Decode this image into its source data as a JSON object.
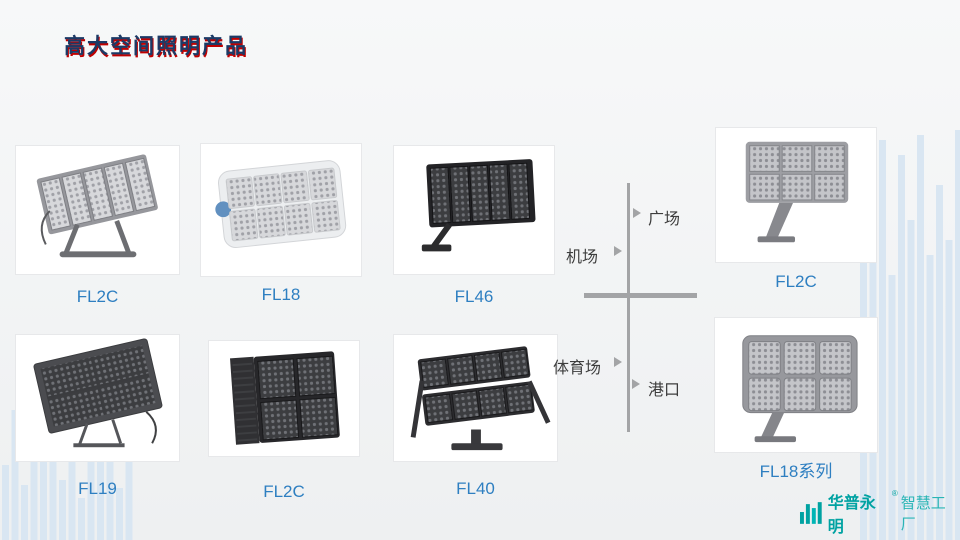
{
  "slide": {
    "title": "高大空间照明产品"
  },
  "products": [
    {
      "label": "FL2C"
    },
    {
      "label": "FL18"
    },
    {
      "label": "FL46"
    },
    {
      "label": "FL2C"
    },
    {
      "label": "FL19"
    },
    {
      "label": "FL2C"
    },
    {
      "label": "FL40"
    },
    {
      "label": "FL18系列"
    }
  ],
  "diagram": {
    "top_right_label": "广场",
    "left_top_label": "机场",
    "left_bottom_label": "体育场",
    "bottom_right_label": "港口"
  },
  "logo": {
    "brand": "华普永明",
    "registered": "®",
    "suffix": "智慧工厂"
  },
  "icons": {
    "logo_icon": "equalizer-bars-mark",
    "marker_icon": "right-triangle-pointer"
  },
  "colors": {
    "title": "#1b3a66",
    "title_accent": "#bf0000",
    "product_label": "#2e7fc1",
    "diagram_line": "#a3a4a6",
    "logo_teal": "#00a2a2",
    "background_bars": "#d9e6f2"
  }
}
